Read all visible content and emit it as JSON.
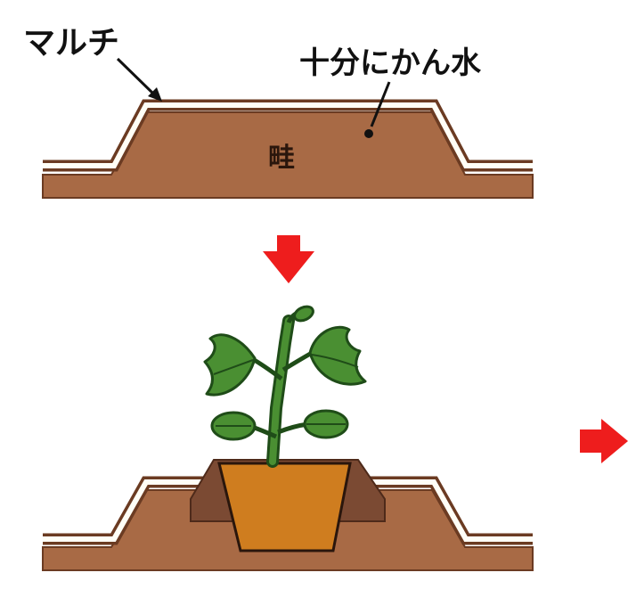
{
  "labels": {
    "mulch": "マルチ",
    "watering": "十分にかん水",
    "ridge": "畦"
  },
  "colors": {
    "soil": "#a86a45",
    "soil_dark": "#7b4a33",
    "mulch_white": "#fffef6",
    "mulch_brown": "#6b3b22",
    "arrow_red": "#ee1d1d",
    "pot": "#cf7d1f",
    "leaf": "#4a8f32",
    "leaf_dark": "#1f4c18"
  },
  "icons": {
    "down_arrow": "red-down-arrow-icon",
    "right_arrow": "red-right-arrow-icon",
    "plant": "potted-seedling-icon"
  }
}
